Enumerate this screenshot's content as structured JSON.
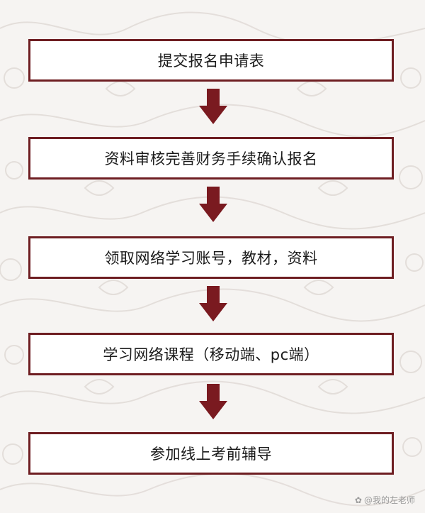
{
  "steps": [
    {
      "label": "提交报名申请表"
    },
    {
      "label": "资料审核完善财务手续确认报名"
    },
    {
      "label": "领取网络学习账号，教材，资料"
    },
    {
      "label": "学习网络课程（移动端、pc端）"
    },
    {
      "label": "参加线上考前辅导"
    }
  ],
  "watermark": {
    "text": "@我的左老师",
    "icon": "app-logo-icon"
  },
  "colors": {
    "box_border": "#6e1e22",
    "arrow": "#7a1a20",
    "text": "#1a1a1a",
    "background": "#f6f4f2",
    "pattern": "#e4dedb"
  }
}
